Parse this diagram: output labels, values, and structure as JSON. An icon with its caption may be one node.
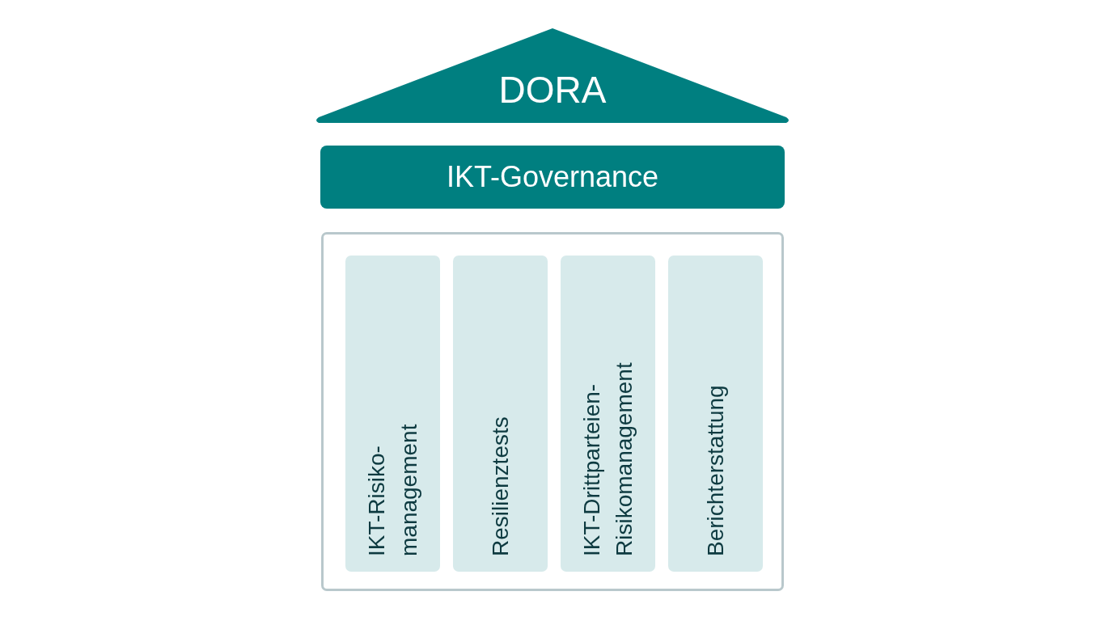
{
  "diagram": {
    "nodes": [
      {
        "text": [
          "DORA"
        ]
      },
      {
        "text": [
          "IKT-Governance"
        ]
      },
      {
        "text": [],
        "shape": "box"
      },
      {
        "text": [
          "IKT-Risiko- management"
        ],
        "in": 2
      },
      {
        "text": [
          "Resilienztests"
        ],
        "in": 2
      },
      {
        "text": [
          "IKT-Drittparteien- Risikomanagement"
        ],
        "in": 2
      },
      {
        "text": [
          "Berichterstattung"
        ],
        "in": 2
      }
    ]
  }
}
